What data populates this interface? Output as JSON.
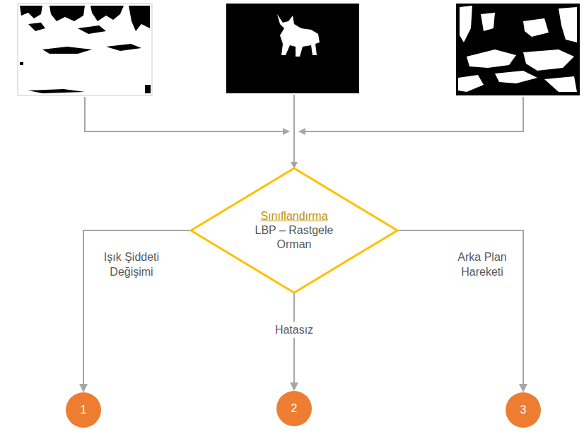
{
  "diagram": {
    "nodes": [
      {
        "text": [
          "Sınıflandırma",
          "LBP – Rastgele Orman"
        ]
      },
      {
        "text": [
          "1"
        ]
      },
      {
        "text": [
          "2"
        ]
      },
      {
        "text": [
          "3"
        ]
      }
    ],
    "edges": [
      {
        "from": 0,
        "to": 1,
        "arrow": "to",
        "label": "Işık Şiddeti Değişimi"
      },
      {
        "from": 0,
        "to": 2,
        "arrow": "to",
        "label": "Hatasız"
      },
      {
        "from": 0,
        "to": 3,
        "arrow": "to",
        "label": "Arka Plan Hareketi"
      }
    ]
  }
}
